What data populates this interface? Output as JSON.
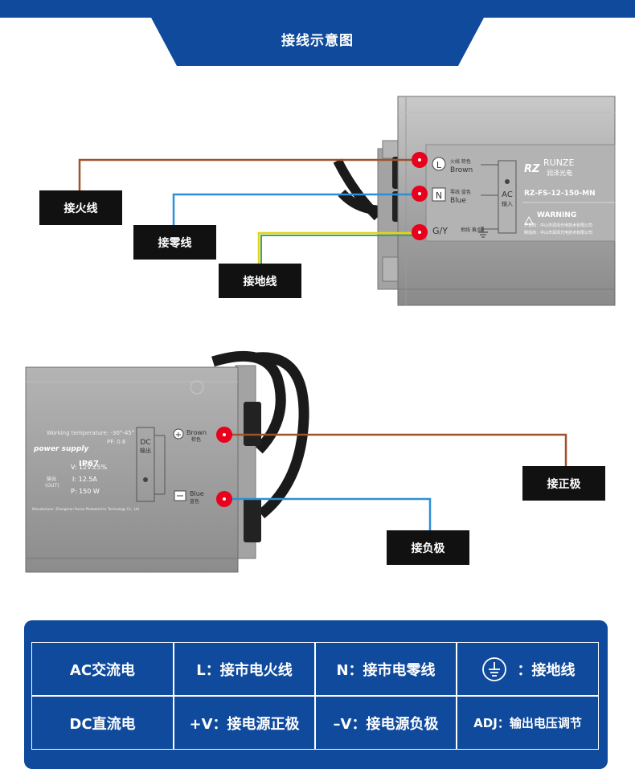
{
  "header": {
    "title": "接线示意图"
  },
  "colors": {
    "banner": "#0f4a9c",
    "live": "#a0522d",
    "neutral": "#2d8fd6",
    "ground_yellow": "#e5d21c",
    "ground_green": "#3aa84b",
    "terminal_dot": "#e8001c"
  },
  "top_device": {
    "terminals": [
      {
        "code": "L",
        "cn": "火线 棕色",
        "en": "Brown"
      },
      {
        "code": "N",
        "cn": "零线 蓝色",
        "en": "Blue"
      },
      {
        "code": "G/Y",
        "cn": "地线 黄/绿",
        "en": ""
      }
    ],
    "ac_label": "AC",
    "ac_sub": "输入",
    "brand": "RUNZE",
    "brand_cn": "润泽光电",
    "model": "RZ-FS-12-150-MN",
    "warning": "WARNING",
    "developer": "开发商：中山市润泽光电技术有限公司",
    "maker": "制造商：中山市润泽光电技术有限公司",
    "wire_labels": {
      "live": "接火线",
      "neutral": "接零线",
      "ground": "接地线"
    }
  },
  "bottom_device": {
    "working_temp": "Working temperature: -30°-45°",
    "pf": "PF: 0.6",
    "supply": "power supply",
    "ip": "IP67",
    "v": "V: 12V±5%",
    "i": "I: 12.5A",
    "p": "P: 150 W",
    "out_cn": "输出",
    "out_en": "(OUT)",
    "dc_label": "DC",
    "dc_sub": "输出",
    "plus_term": {
      "en": "Brown",
      "cn": "棕色"
    },
    "minus_term": {
      "en": "Blue",
      "cn": "蓝色"
    },
    "maker_en": "Manufacturer: Zhongshan Runze Photoelectric Technology Co., Ltd",
    "wire_labels": {
      "positive": "接正极",
      "negative": "接负极"
    }
  },
  "legend": {
    "rows": [
      [
        "AC交流电",
        "L：接市电火线",
        "N：接市电零线",
        "：接地线"
      ],
      [
        "DC直流电",
        "+V：接电源正极",
        "–V：接电源负极",
        "ADJ：输出电压调节"
      ]
    ]
  }
}
